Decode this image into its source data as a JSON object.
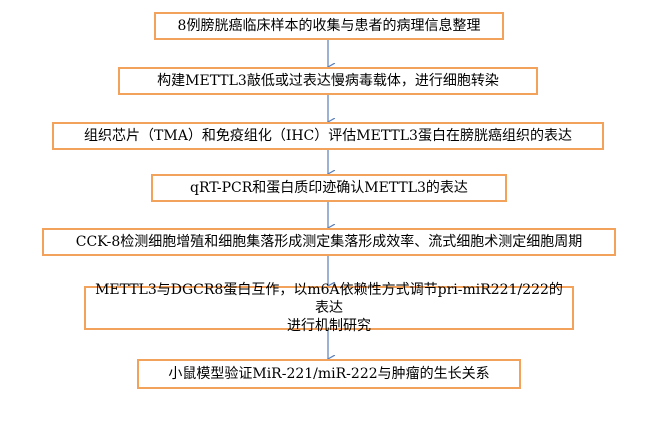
{
  "flow": {
    "steps": [
      {
        "text": "8例膀胱癌临床样本的收集与患者的病理信息整理"
      },
      {
        "text": "构建METTL3敲低或过表达慢病毒载体，进行细胞转染"
      },
      {
        "text": "组织芯片（TMA）和免疫组化（IHC）评估METTL3蛋白在膀胱癌组织的表达"
      },
      {
        "text": "qRT-PCR和蛋白质印迹确认METTL3的表达"
      },
      {
        "text": "CCK-8检测细胞增殖和细胞集落形成测定集落形成效率、流式细胞术测定细胞周期"
      },
      {
        "line1": "METTL3与DGCR8蛋白互作，以m6A依赖性方式调节pri-miR221/222的表达",
        "line2": "进行机制研究"
      },
      {
        "text": "小鼠模型验证MiR-221/miR-222与肿瘤的生长关系"
      }
    ],
    "colors": {
      "box_border": "#f3a25c",
      "arrow": "#5b7fb9"
    }
  }
}
